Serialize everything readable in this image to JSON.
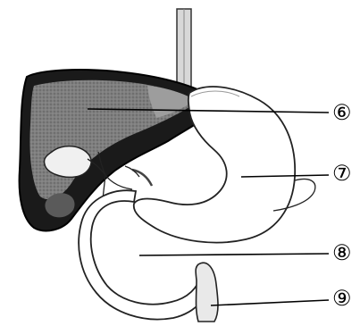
{
  "diagram": {
    "labels": [
      {
        "id": "6",
        "text": "⑥"
      },
      {
        "id": "7",
        "text": "⑦"
      },
      {
        "id": "8",
        "text": "⑧"
      },
      {
        "id": "9",
        "text": "⑨"
      }
    ]
  }
}
